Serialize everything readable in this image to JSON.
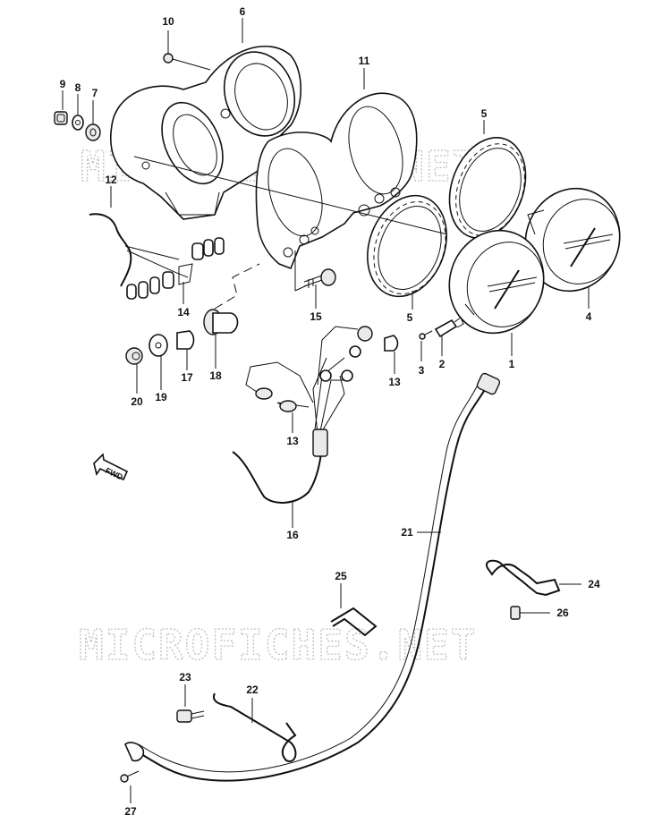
{
  "watermark": "MICROFICHES.NET",
  "direction_label": "FWD",
  "callouts": [
    {
      "id": "c1",
      "label": "1"
    },
    {
      "id": "c2",
      "label": "2"
    },
    {
      "id": "c3",
      "label": "3"
    },
    {
      "id": "c4",
      "label": "4"
    },
    {
      "id": "c5a",
      "label": "5"
    },
    {
      "id": "c5b",
      "label": "5"
    },
    {
      "id": "c6",
      "label": "6"
    },
    {
      "id": "c7",
      "label": "7"
    },
    {
      "id": "c8",
      "label": "8"
    },
    {
      "id": "c9",
      "label": "9"
    },
    {
      "id": "c10",
      "label": "10"
    },
    {
      "id": "c11",
      "label": "11"
    },
    {
      "id": "c12",
      "label": "12"
    },
    {
      "id": "c13a",
      "label": "13"
    },
    {
      "id": "c13b",
      "label": "13"
    },
    {
      "id": "c14",
      "label": "14"
    },
    {
      "id": "c15",
      "label": "15"
    },
    {
      "id": "c16",
      "label": "16"
    },
    {
      "id": "c17",
      "label": "17"
    },
    {
      "id": "c18",
      "label": "18"
    },
    {
      "id": "c19",
      "label": "19"
    },
    {
      "id": "c20",
      "label": "20"
    },
    {
      "id": "c21",
      "label": "21"
    },
    {
      "id": "c22",
      "label": "22"
    },
    {
      "id": "c23",
      "label": "23"
    },
    {
      "id": "c24",
      "label": "24"
    },
    {
      "id": "c25",
      "label": "25"
    },
    {
      "id": "c26",
      "label": "26"
    },
    {
      "id": "c27",
      "label": "27"
    }
  ]
}
